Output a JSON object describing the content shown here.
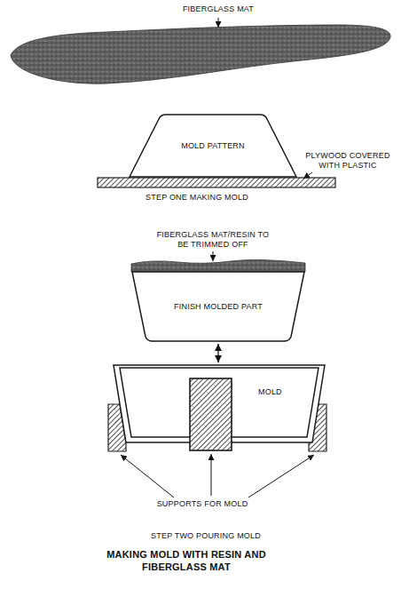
{
  "diagram": {
    "caption": "MAKING MOLD WITH RESIN AND FIBERGLASS MAT",
    "nodes": [
      {
        "text": [
          "MOLD PATTERN"
        ]
      },
      {
        "text": [
          "FINISH MOLDED PART"
        ]
      },
      {
        "text": [
          "MOLD"
        ]
      }
    ],
    "edges": [
      {
        "from": 1,
        "to": 2,
        "arrow": "both"
      }
    ],
    "labels": [
      "FIBERGLASS MAT",
      "PLYWOOD COVERED WITH PLASTIC",
      "STEP ONE MAKING MOLD",
      "FIBERGLASS MAT/RESIN TO BE TRIMMED OFF",
      "SUPPORTS FOR MOLD",
      "STEP TWO POURING MOLD"
    ]
  }
}
